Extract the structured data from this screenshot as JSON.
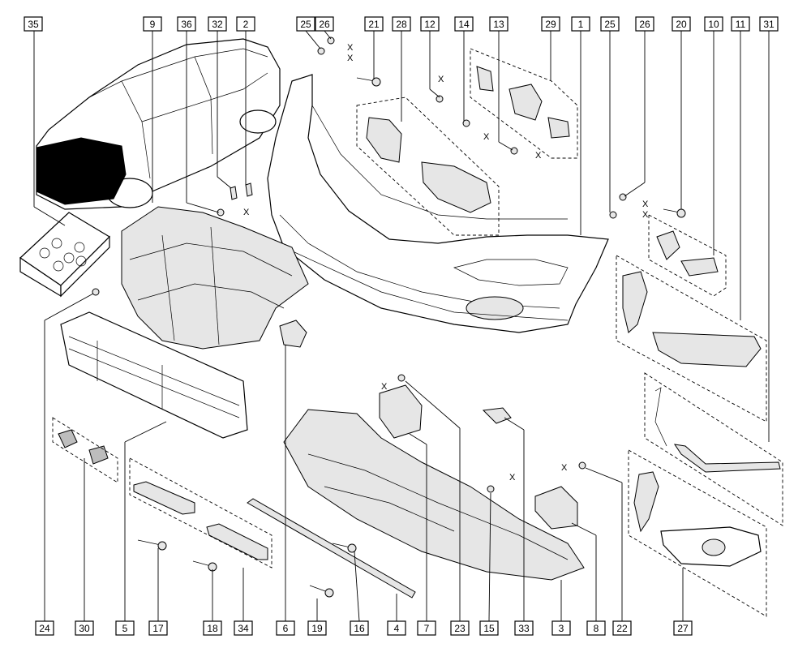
{
  "callouts_top": [
    "35",
    "9",
    "36",
    "32",
    "2",
    "25",
    "26",
    "21",
    "28",
    "12",
    "14",
    "13",
    "29",
    "1",
    "25",
    "26",
    "20",
    "10",
    "11",
    "31"
  ],
  "callouts_bottom": [
    "24",
    "30",
    "5",
    "17",
    "18",
    "34",
    "6",
    "19",
    "16",
    "4",
    "7",
    "23",
    "15",
    "33",
    "3",
    "8",
    "22",
    "27"
  ],
  "axis_marker": "X",
  "colors": {
    "line": "#000000",
    "background": "#ffffff",
    "fill_light": "#e6e6e6",
    "fill_dark": "#000000"
  }
}
